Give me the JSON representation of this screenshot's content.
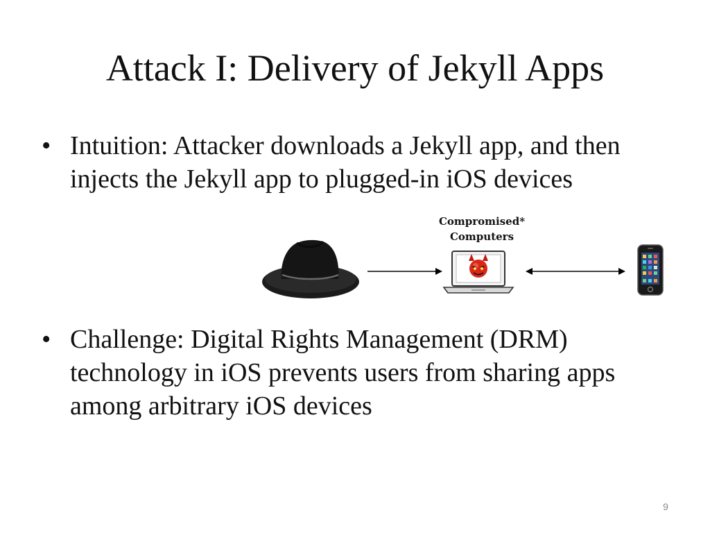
{
  "slide": {
    "title": "Attack I: Delivery of Jekyll Apps",
    "bullets": [
      {
        "marker": "•",
        "text": "Intuition: Attacker downloads a Jekyll app, and then injects the Jekyll app to plugged-in iOS devices"
      },
      {
        "marker": "•",
        "text": "Challenge: Digital Rights Management (DRM) technology in iOS prevents users from sharing apps among arbitrary iOS devices"
      }
    ],
    "diagram": {
      "label_line1": "Compromised*",
      "label_line2": "Computers",
      "icons": [
        "black-hat-icon",
        "laptop-devil-icon",
        "iphone-icon"
      ],
      "arrows": [
        "right-arrow",
        "double-arrow"
      ]
    },
    "page_number": "9"
  }
}
